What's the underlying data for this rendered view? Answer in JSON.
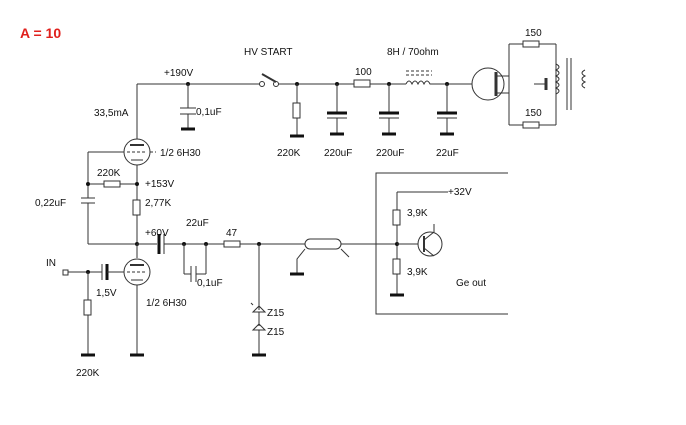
{
  "title": "A = 10",
  "title_color": "#e0201c",
  "labels": {
    "hv_start": "HV START",
    "inductor": "8H / 70ohm",
    "v190": "+190V",
    "c01_top": "0,1uF",
    "r100": "100",
    "r150_top": "150",
    "r150_bottom": "150",
    "current": "33,5mA",
    "r220k_top": "220K",
    "c220_a": "220uF",
    "c220_b": "220uF",
    "c22_right": "22uF",
    "tube_top": "1/2 6H30",
    "r220k_fb": "220K",
    "v153": "+153V",
    "c022": "0,22uF",
    "r277": "2,77K",
    "c22_mid": "22uF",
    "v60": "+60V",
    "r47": "47",
    "c01_mid": "0,1uF",
    "in": "IN",
    "v15": "1,5V",
    "tube_bottom": "1/2 6H30",
    "r220k_bottom": "220K",
    "z15_a": "Z15",
    "z15_b": "Z15",
    "v32": "+32V",
    "r39k_a": "3,9K",
    "r39k_b": "3,9K",
    "ge_out": "Ge out"
  }
}
